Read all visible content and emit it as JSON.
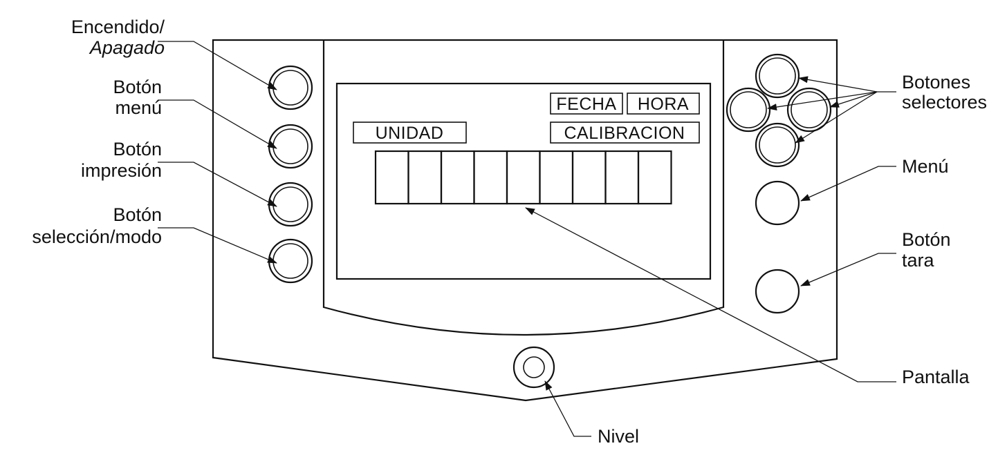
{
  "labels": {
    "power_line1": "Encendido/",
    "power_line2": "Apagado",
    "menu_btn_line1": "Botón",
    "menu_btn_line2": "menú",
    "print_btn_line1": "Botón",
    "print_btn_line2": "impresión",
    "select_mode_line1": "Botón",
    "select_mode_line2": "selección/modo",
    "selector_line1": "Botones",
    "selector_line2": "selectores",
    "menu_right": "Menú",
    "tare_line1": "Botón",
    "tare_line2": "tara",
    "screen": "Pantalla",
    "level": "Nivel"
  },
  "display": {
    "date": "FECHA",
    "time": "HORA",
    "unit": "UNIDAD",
    "calibration": "CALIBRACION",
    "digit_count": 9
  }
}
